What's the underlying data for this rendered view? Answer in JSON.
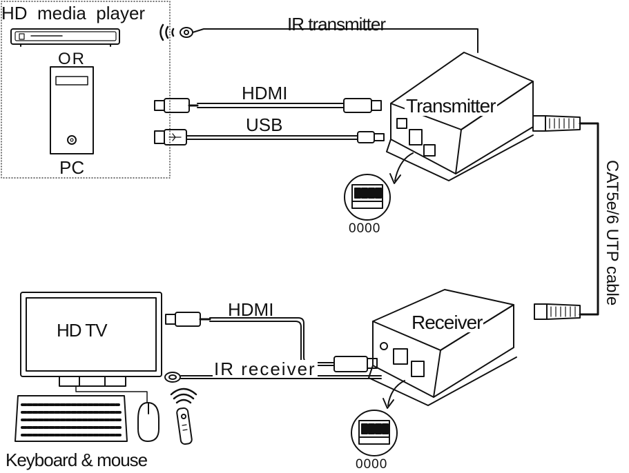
{
  "labels": {
    "hd_media_player": "HD  media  player",
    "or": "OR",
    "pc": "PC",
    "ir_transmitter": "IR transmitter",
    "hdmi_top": "HDMI",
    "usb": "USB",
    "transmitter": "Transmitter",
    "cable": "CAT5e/6 UTP cable",
    "dip_top": "0000",
    "hdmi_bottom": "HDMI",
    "hd_tv": "HD TV",
    "receiver": "Receiver",
    "ir_receiver": "IR receiver",
    "dip_bottom": "0000",
    "keyboard_mouse": "Keyboard & mouse"
  }
}
